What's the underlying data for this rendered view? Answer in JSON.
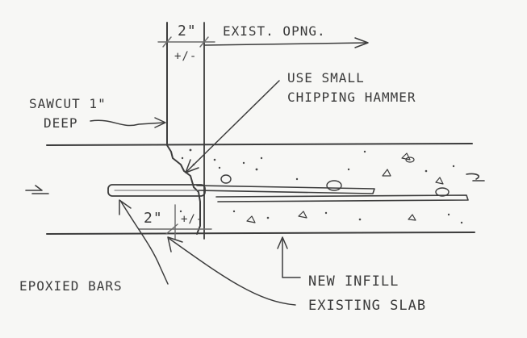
{
  "labels": {
    "top_dim": "2\"",
    "top_tol": "+/-",
    "exist_opng": "EXIST. OPNG.",
    "use_small_1": "USE SMALL",
    "use_small_2": "CHIPPING HAMMER",
    "sawcut_1": "SAWCUT 1\"",
    "sawcut_2": "DEEP",
    "bottom_dim": "2\"",
    "bottom_tol": "+/-",
    "epoxied_bars": "EPOXIED BARS",
    "new_infill": "NEW INFILL",
    "existing_slab": "EXISTING SLAB"
  },
  "colors": {
    "ink": "#3c3c3c",
    "paper": "#f7f7f5"
  }
}
